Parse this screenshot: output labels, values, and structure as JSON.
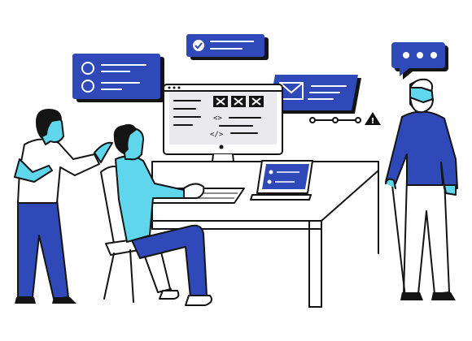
{
  "palette": {
    "primary_blue": "#2f49b8",
    "light_blue": "#5fd6ec",
    "outline": "#141414",
    "background": "#ffffff",
    "screen_gray": "#e9e9ee",
    "alert_black": "#111111"
  },
  "code_symbols": {
    "open_tag": "<>",
    "close_tag": "</>"
  },
  "icons": {
    "message_bubble": "three-dots",
    "card_check": "checkmark",
    "envelope": "mail",
    "warning": "!"
  }
}
